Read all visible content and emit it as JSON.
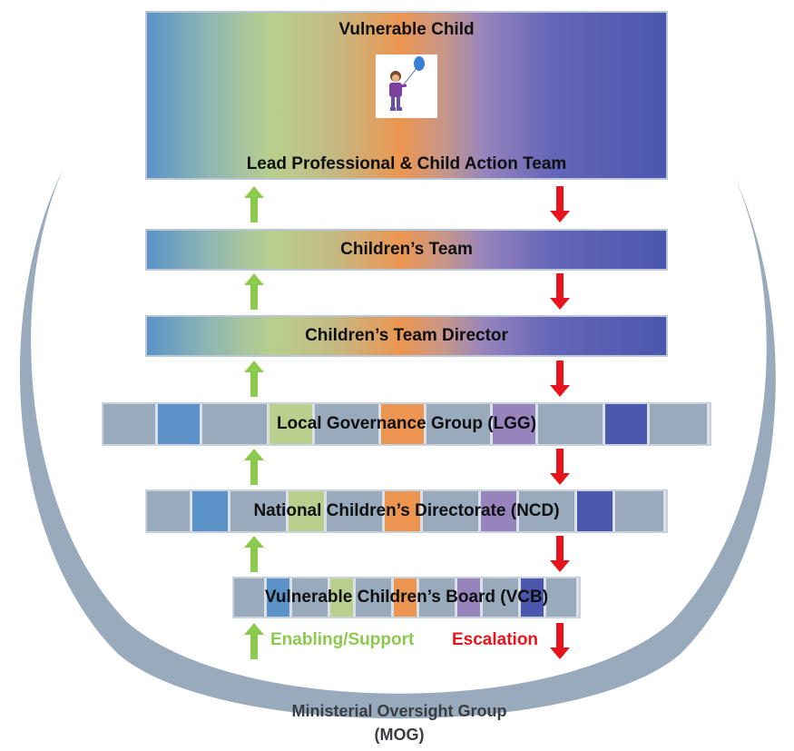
{
  "top": {
    "title": "Vulnerable Child",
    "subtitle": "Lead Professional & Child Action Team"
  },
  "tiers": {
    "childrens_team": "Children’s Team",
    "childrens_team_director": "Children’s Team Director",
    "lgg": "Local Governance Group (LGG)",
    "ncd": "National Children’s Directorate (NCD)",
    "vcb": "Vulnerable Children’s Board (VCB)"
  },
  "legend": {
    "up": "Enabling/Support",
    "down": "Escalation"
  },
  "mog": {
    "line1": "Ministerial Oversight Group",
    "line2": "(MOG)"
  },
  "colors": {
    "up_arrow": "#8cc94f",
    "down_arrow": "#e8141b",
    "ring": "#98aabb",
    "blue": "#5b93c8",
    "green": "#b9cf8d",
    "orange": "#ec9550",
    "purple": "#9784bd",
    "navy": "#4a57ad",
    "grey": "#98aabb"
  },
  "icons": {
    "child": "child-with-balloon-icon",
    "up": "up-arrow-icon",
    "down": "down-arrow-icon"
  }
}
